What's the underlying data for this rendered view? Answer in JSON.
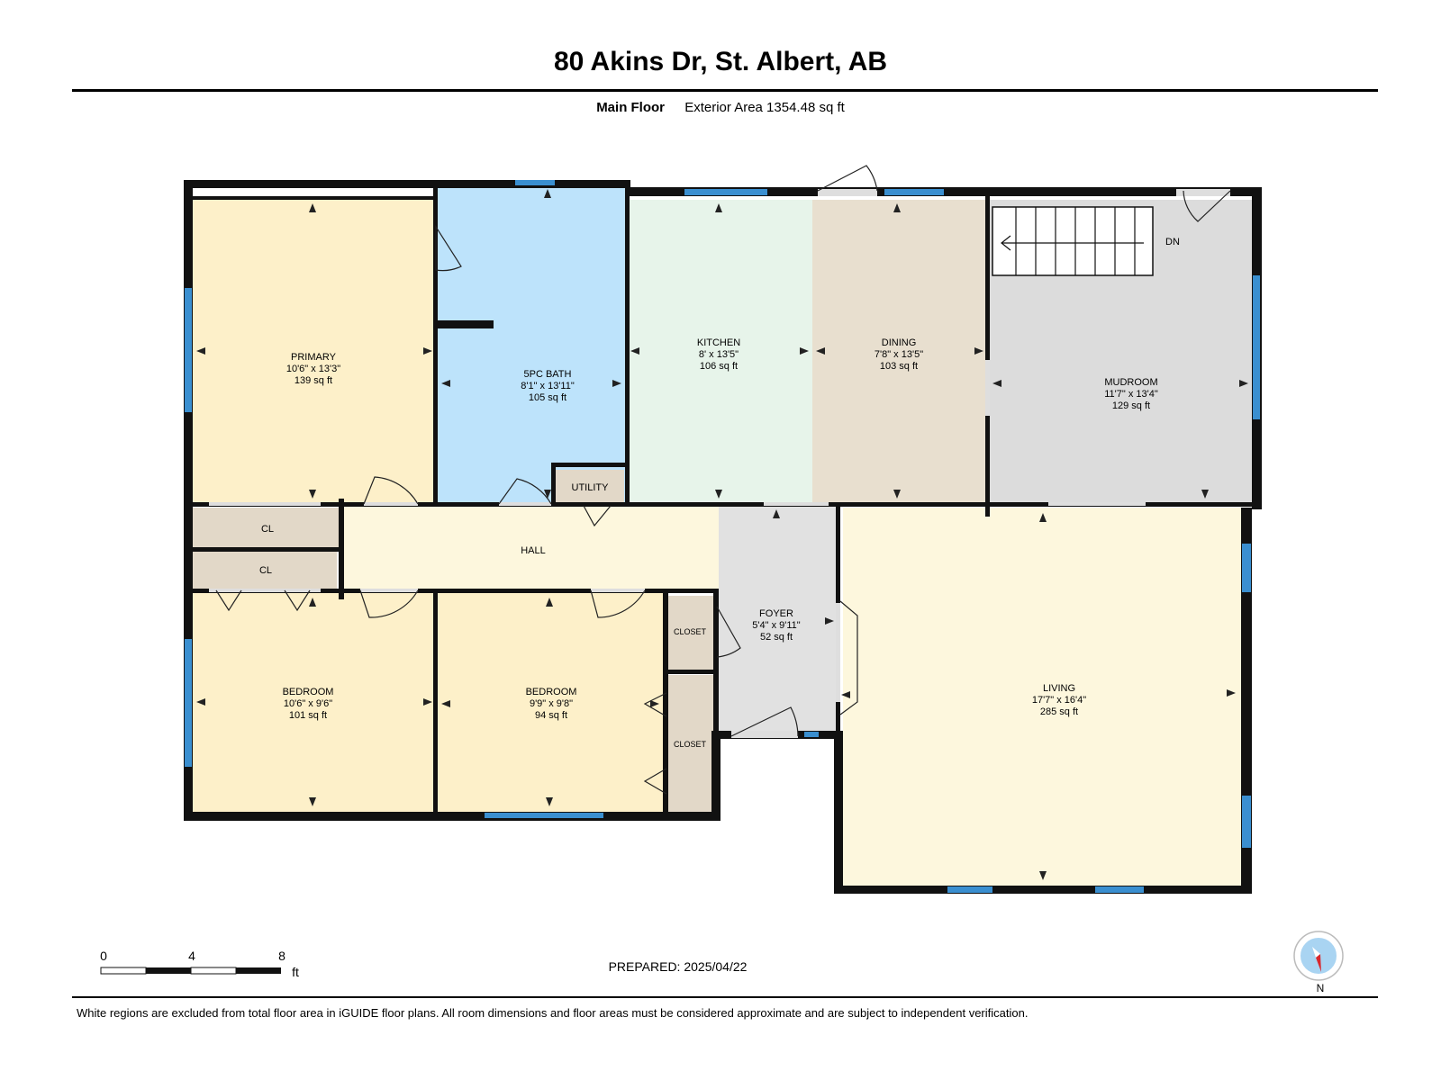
{
  "header": {
    "title": "80 Akins Dr, St. Albert, AB",
    "floor_label": "Main Floor",
    "area_text": "Exterior Area 1354.48 sq ft"
  },
  "rooms": {
    "primary": {
      "name": "PRIMARY",
      "dims": "10'6\" x 13'3\"",
      "area": "139 sq ft"
    },
    "bath": {
      "name": "5PC BATH",
      "dims": "8'1\" x 13'11\"",
      "area": "105 sq ft"
    },
    "kitchen": {
      "name": "KITCHEN",
      "dims": "8' x 13'5\"",
      "area": "106 sq ft"
    },
    "dining": {
      "name": "DINING",
      "dims": "7'8\" x 13'5\"",
      "area": "103 sq ft"
    },
    "mudroom": {
      "name": "MUDROOM",
      "dims": "11'7\" x 13'4\"",
      "area": "129 sq ft"
    },
    "utility": {
      "name": "UTILITY"
    },
    "cl1": {
      "name": "CL"
    },
    "cl2": {
      "name": "CL"
    },
    "hall": {
      "name": "HALL"
    },
    "foyer": {
      "name": "FOYER",
      "dims": "5'4\" x 9'11\"",
      "area": "52 sq ft"
    },
    "closet1": {
      "name": "CLOSET"
    },
    "closet2": {
      "name": "CLOSET"
    },
    "bedroom1": {
      "name": "BEDROOM",
      "dims": "10'6\" x 9'6\"",
      "area": "101 sq ft"
    },
    "bedroom2": {
      "name": "BEDROOM",
      "dims": "9'9\" x 9'8\"",
      "area": "94 sq ft"
    },
    "living": {
      "name": "LIVING",
      "dims": "17'7\" x 16'4\"",
      "area": "285 sq ft"
    },
    "stairs_label": "DN"
  },
  "colors": {
    "bedroom_fill": "#fdf0c9",
    "bath_fill": "#bde3fb",
    "kitchen_fill": "#e7f4ea",
    "dining_fill": "#e8dfcf",
    "mudroom_fill": "#dcdcdc",
    "hall_fill": "#fdf7dd",
    "closet_fill": "#e2d8c8",
    "wall": "#111111",
    "window": "#3a8fd0"
  },
  "scale": {
    "ticks": [
      "0",
      "4",
      "8"
    ],
    "unit": "ft"
  },
  "footer": {
    "prepared": "PREPARED: 2025/04/22",
    "disclaimer": "White regions are excluded from total floor area in iGUIDE floor plans. All room dimensions and floor areas must be considered approximate and are subject to independent verification.",
    "compass_label": "N"
  }
}
